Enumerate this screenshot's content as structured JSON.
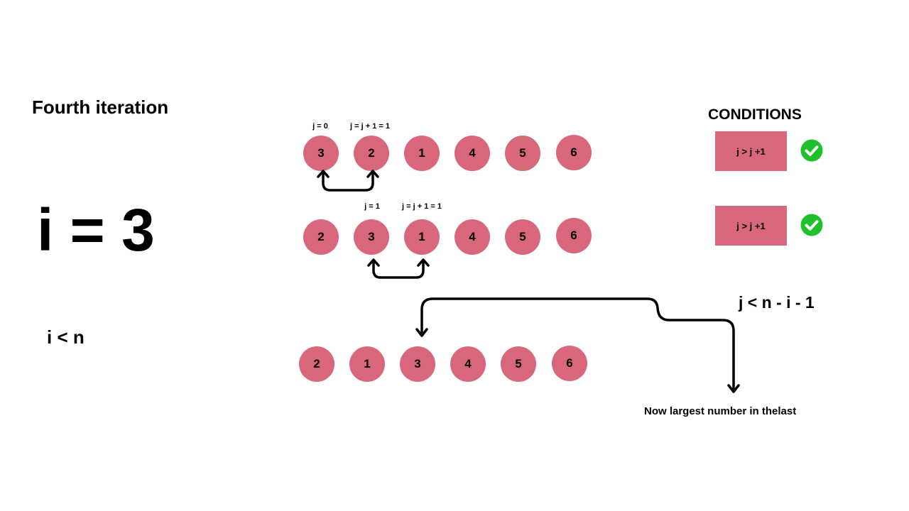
{
  "title": "Fourth iteration",
  "outer_variable": "i = 3",
  "outer_condition": "i < n",
  "conditions_heading": "CONDITIONS",
  "inner_condition": "j < n - i - 1",
  "note": "Now largest number in thelast",
  "colors": {
    "circle_fill": "#d9677b",
    "box_fill": "#d9677b",
    "check_fill": "#1ec12b",
    "text": "#000000"
  },
  "rows": [
    {
      "values": [
        "3",
        "2",
        "1",
        "4",
        "5",
        "6"
      ],
      "labels": [
        "j = 0",
        "j = j + 1 = 1"
      ],
      "condition": "j > j +1"
    },
    {
      "values": [
        "2",
        "3",
        "1",
        "4",
        "5",
        "6"
      ],
      "labels": [
        "j = 1",
        "j = j + 1 = 1"
      ],
      "condition": "j > j +1"
    },
    {
      "values": [
        "2",
        "1",
        "3",
        "4",
        "5",
        "6"
      ]
    }
  ]
}
